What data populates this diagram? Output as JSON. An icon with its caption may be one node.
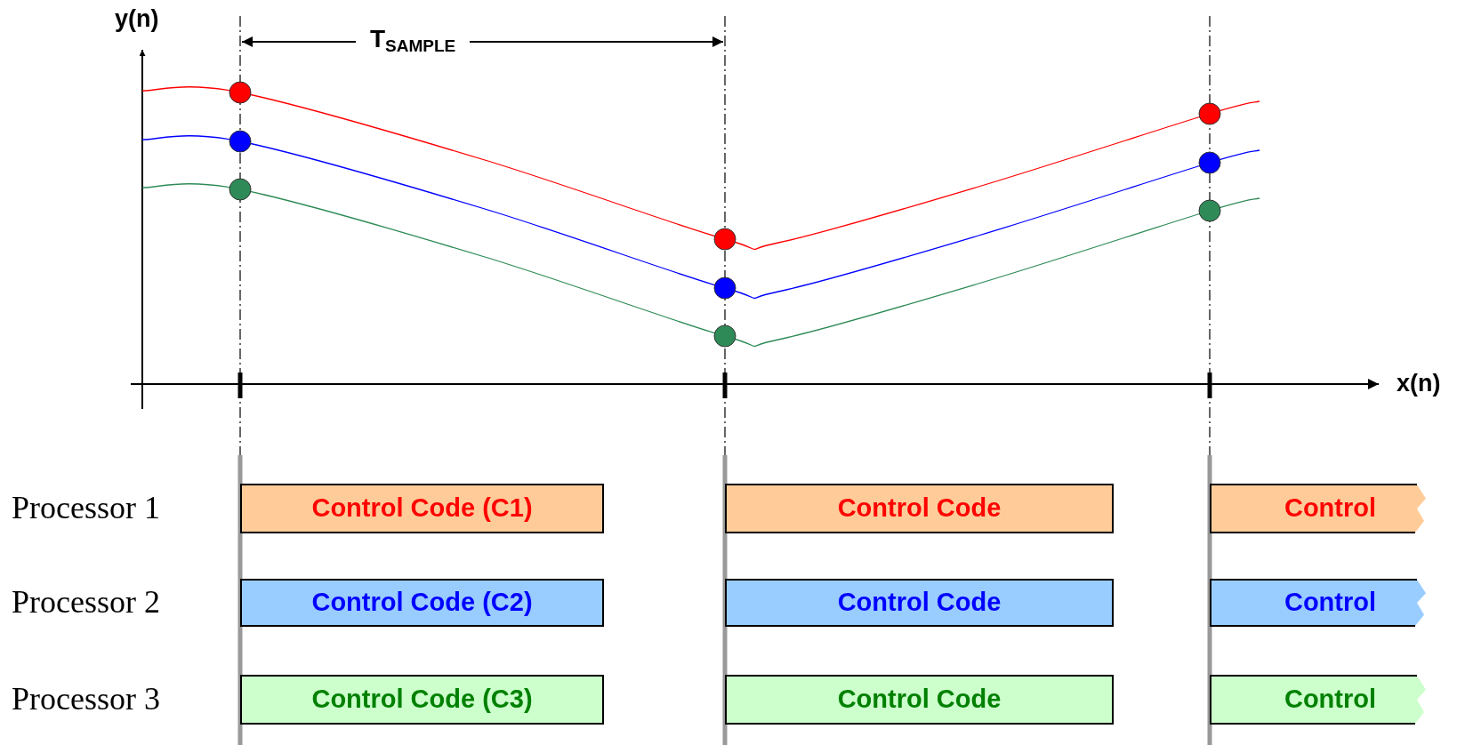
{
  "diagram": {
    "nodes": [
      {
        "text": [
          "Control Code (C1)"
        ]
      },
      {
        "text": [
          "Control Code"
        ]
      },
      {
        "text": [
          "Control"
        ]
      },
      {
        "text": [
          "Control Code (C2)"
        ]
      },
      {
        "text": [
          "Control Code"
        ]
      },
      {
        "text": [
          "Control"
        ]
      },
      {
        "text": [
          "Control Code (C3)"
        ]
      },
      {
        "text": [
          "Control Code"
        ]
      },
      {
        "text": [
          "Control"
        ]
      }
    ],
    "labels": [
      "y(n)",
      "T$_{SAMPLE}$",
      "x(n)",
      "Processor 1",
      "Processor 2",
      "Processor 3"
    ]
  }
}
